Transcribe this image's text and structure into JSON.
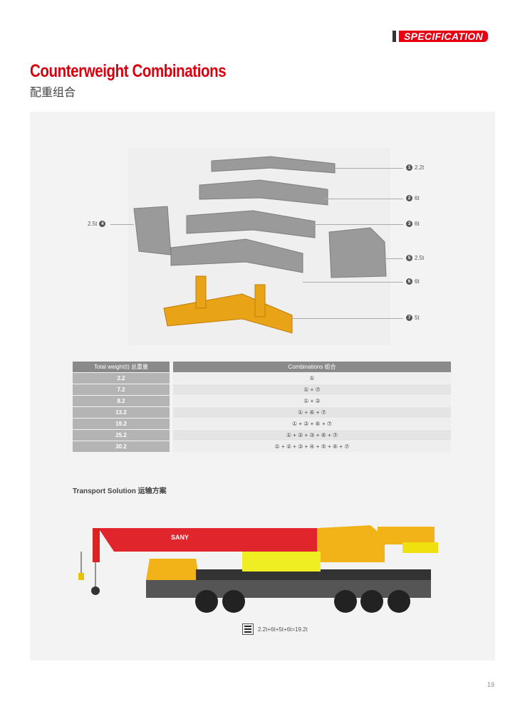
{
  "header": {
    "badge": "SPECIFICATION"
  },
  "title": "Counterweight Combinations",
  "subtitle": "配重组合",
  "parts": [
    {
      "num": "1",
      "weight": "2.2t"
    },
    {
      "num": "2",
      "weight": "6t"
    },
    {
      "num": "3",
      "weight": "6t"
    },
    {
      "num": "4",
      "weight": "2.5t"
    },
    {
      "num": "5",
      "weight": "2.5t"
    },
    {
      "num": "6",
      "weight": "6t"
    },
    {
      "num": "7",
      "weight": "5t"
    }
  ],
  "table": {
    "headers": [
      "Total weight(t) 总重量",
      "Combinations 组合"
    ],
    "rows": [
      {
        "w": "2.2",
        "c": "① "
      },
      {
        "w": "7.2",
        "c": "① + ⑦"
      },
      {
        "w": "8.2",
        "c": "① + ②"
      },
      {
        "w": "13.2",
        "c": "① + ⑥ + ⑦"
      },
      {
        "w": "19.2",
        "c": "① + ② + ⑥ + ⑦"
      },
      {
        "w": "25.2",
        "c": "① + ② + ③ + ⑥ + ⑦"
      },
      {
        "w": "30.2",
        "c": "① + ② + ③ + ④ + ⑤ + ⑥ + ⑦"
      }
    ]
  },
  "transport": {
    "title": "Transport Solution 运输方案",
    "caption": "2.2t+6t+5t+6t=19.2t",
    "brand": "SANY"
  },
  "page_number": "19"
}
